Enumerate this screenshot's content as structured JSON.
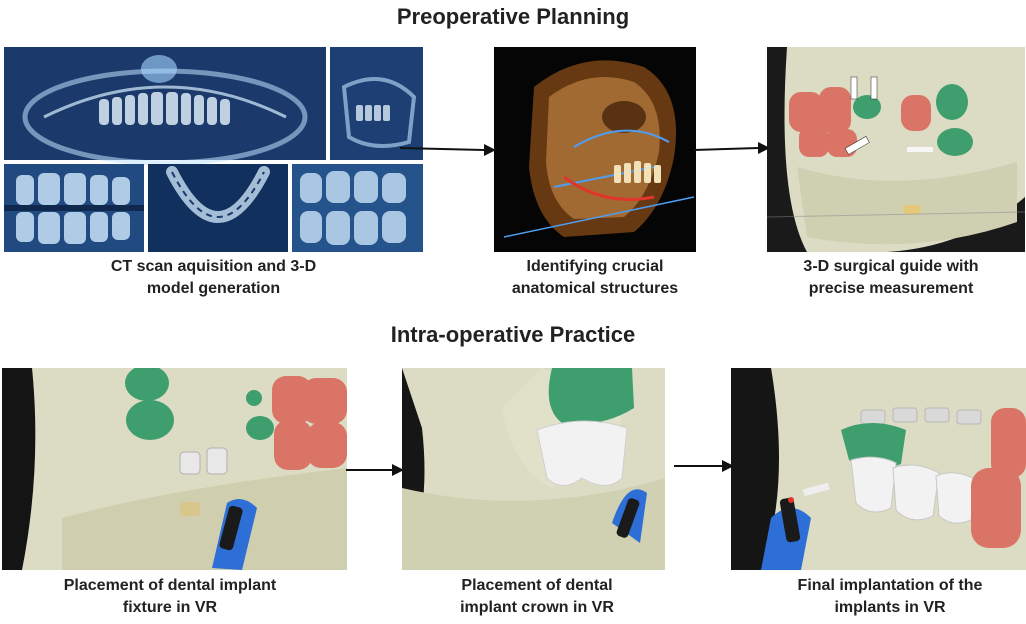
{
  "sections": {
    "preoperative_title": "Preoperative Planning",
    "intraoperative_title": "Intra-operative Practice"
  },
  "steps": [
    {
      "caption": "CT scan aquisition and 3-D\nmodel generation"
    },
    {
      "caption": "Identifying crucial\nanatomical structures"
    },
    {
      "caption": "3-D surgical guide with\nprecise measurement"
    },
    {
      "caption": "Placement of dental implant\nfixture in VR"
    },
    {
      "caption": "Placement of dental\nimplant crown in VR"
    },
    {
      "caption": "Final implantation of the\nimplants in VR"
    }
  ],
  "colors": {
    "ct_background": "#1b3a6b",
    "ct_bone": "#bfe3ff",
    "bone_model": "#dcdcc4",
    "tooth_red": "#d97467",
    "tooth_green": "#3f9e6e",
    "crown_white": "#f2f2f2",
    "vr_controller": "#2d6fd6",
    "arrow": "#111111"
  }
}
